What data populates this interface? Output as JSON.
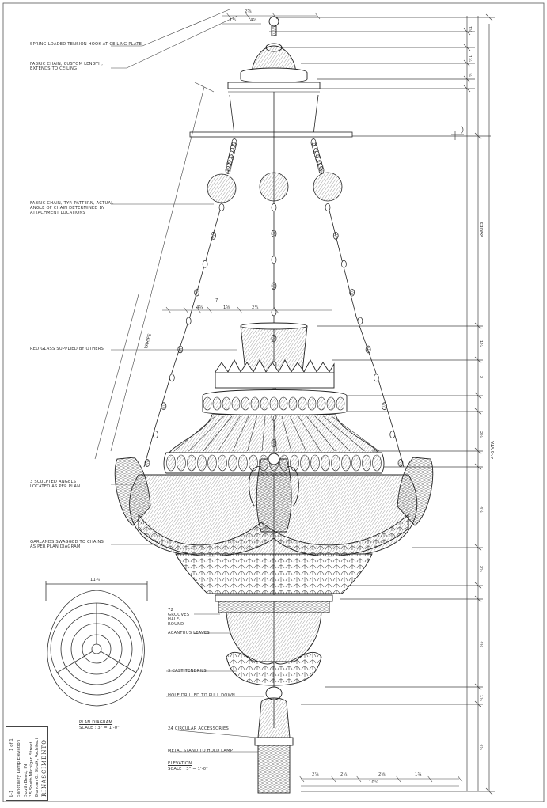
{
  "notes": {
    "top_note": "Spring-loaded tension hook at ceiling plate",
    "chain_note": "Fabric chain, custom length, extends to ceiling",
    "pattern_note": "Fabric chain, typ. pattern, actual angle of chain determined by attachment locations",
    "red_glass": "Red glass supplied by others",
    "angels": "3 sculpted angels located as per plan",
    "garlands": "Garlands swagged to chains as per plan diagram",
    "grooves": "72 grooves half-round",
    "acanthus": "Acanthus leaves",
    "tendrils": "3 cast tendrils",
    "pull_down": "Hole drilled to pull down",
    "tassel": "24 circular accessories",
    "metal_note": "Metal stand to hold lamp",
    "plan_label": "Plan diagram",
    "plan_scale": "Scale : 3\" = 1'-0\"",
    "elev_label": "Elevation",
    "elev_scale": "Scale : 3\" = 1'-0\""
  },
  "title_block": {
    "firm": "Rinascimento",
    "architect": "Duncan G. Stroik, Architect",
    "address_1": "35 South Michigan Street",
    "address_2": "South Bend, IN",
    "drawing_title": "Sanctuary Lamp Elevation",
    "sheet": "L-1",
    "drawing_no": "1 of 1"
  },
  "dimensions": {
    "top_a": "2⅝",
    "top_b": "1¼",
    "top_c": "4¾",
    "mid_a": "7",
    "mid_b": "1⅝",
    "mid_c": "2¼",
    "mid_d": "4¾",
    "plan_width": "11¾",
    "bot_a": "2⅞",
    "bot_b": "2¼",
    "bot_c": "2⅝",
    "bot_d": "1¾",
    "bot_total": "10¼",
    "right_total": "4'-5 VTA",
    "right_chain": "VARIES",
    "left_chain": "VARIES"
  }
}
